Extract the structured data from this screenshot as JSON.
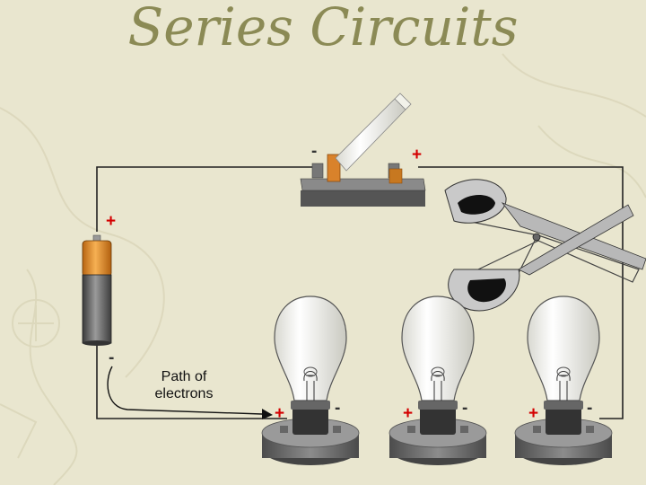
{
  "title": "Series Circuits",
  "labels": {
    "switch_minus": "-",
    "switch_plus": "+",
    "battery_plus": "+",
    "battery_minus": "-",
    "path_line1": "Path of",
    "path_line2": "electrons",
    "bulb1_plus": "+",
    "bulb1_minus": "-",
    "bulb2_plus": "+",
    "bulb2_minus": "-",
    "bulb3_plus": "+",
    "bulb3_minus": "-"
  },
  "colors": {
    "background": "#e9e6cf",
    "title": "#8b8a55",
    "plus_sign": "#d40000",
    "battery_cap": "#e8902a",
    "battery_body": "#555555",
    "wire": "#222222"
  }
}
